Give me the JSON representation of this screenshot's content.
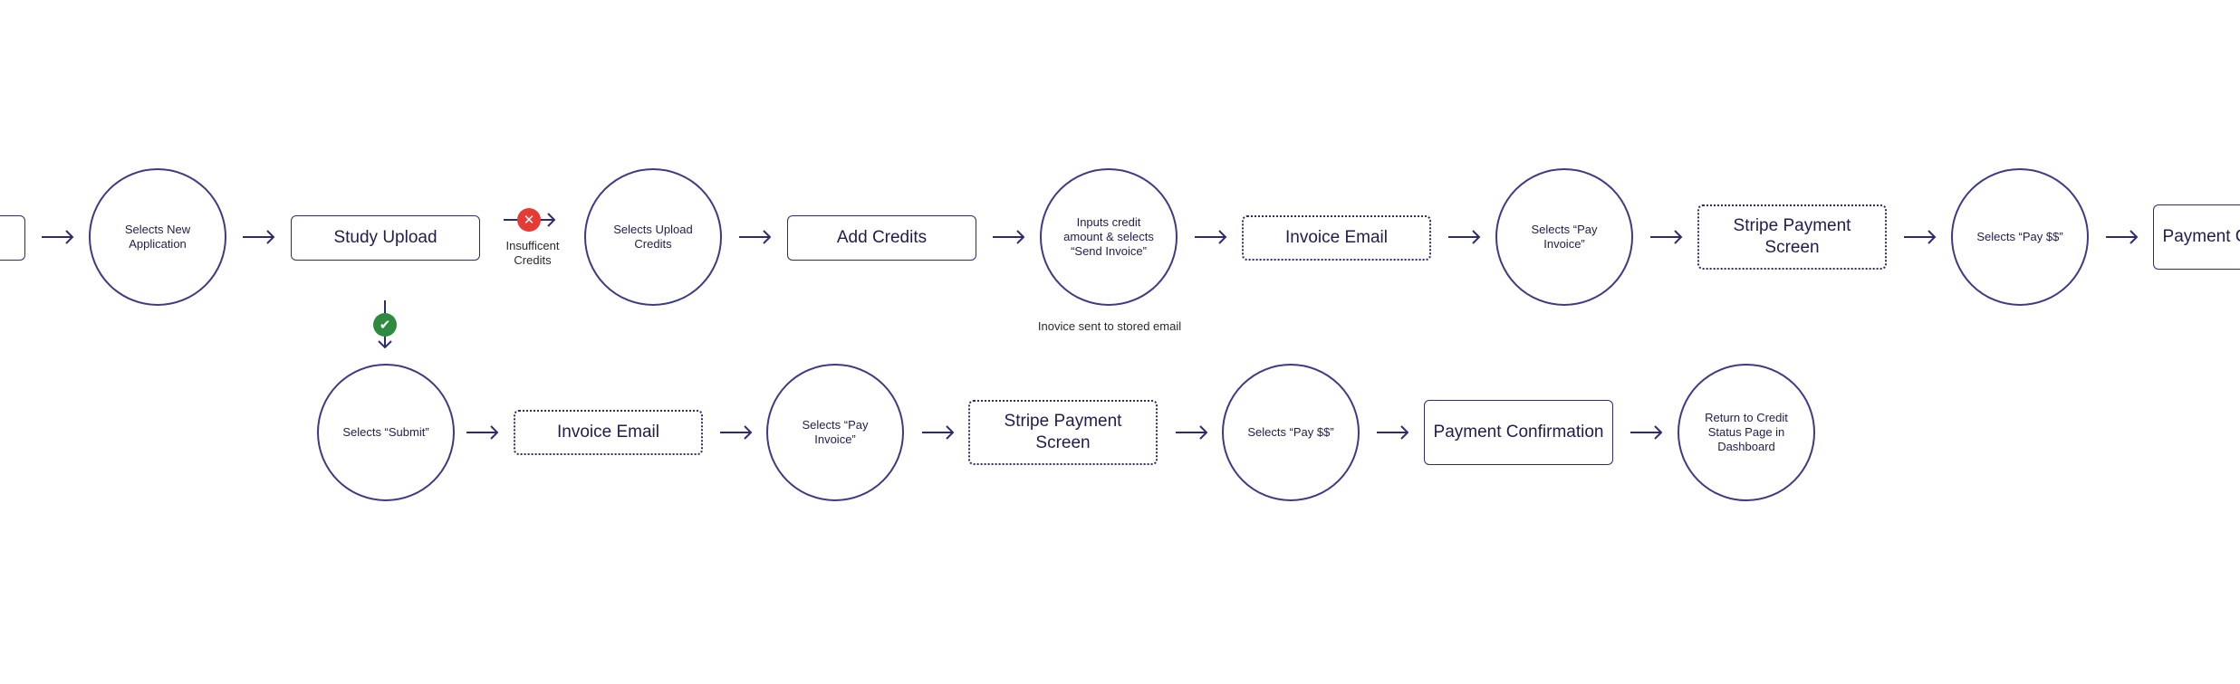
{
  "top_row": {
    "selects_new_application": "Selects New Application",
    "study_upload": "Study Upload",
    "insufficient_credits": "Insufficent Credits",
    "selects_upload_credits": "Selects Upload Credits",
    "add_credits": "Add Credits",
    "inputs_credit": "Inputs credit amount & selects “Send Invoice”",
    "invoice_sent_note": "Inovice sent to stored email",
    "invoice_email": "Invoice Email",
    "selects_pay_invoice": "Selects “Pay Invoice”",
    "stripe_payment_screen": "Stripe Payment Screen",
    "selects_pay": "Selects “Pay $$”",
    "payment_confirmation_partial": "Payment Confirmation"
  },
  "bottom_row": {
    "selects_submit": "Selects “Submit”",
    "invoice_email": "Invoice Email",
    "selects_pay_invoice": "Selects “Pay Invoice”",
    "stripe_payment_screen": "Stripe Payment Screen",
    "selects_pay": "Selects “Pay $$”",
    "payment_confirmation": "Payment Confirmation",
    "return_to_credit_status": "Return to Credit Status Page in Dashboard"
  },
  "badges": {
    "error_glyph": "✕",
    "success_glyph": "✔"
  },
  "colors": {
    "stroke": "#3d3a86",
    "error": "#e53b35",
    "success": "#2d8a3e"
  }
}
